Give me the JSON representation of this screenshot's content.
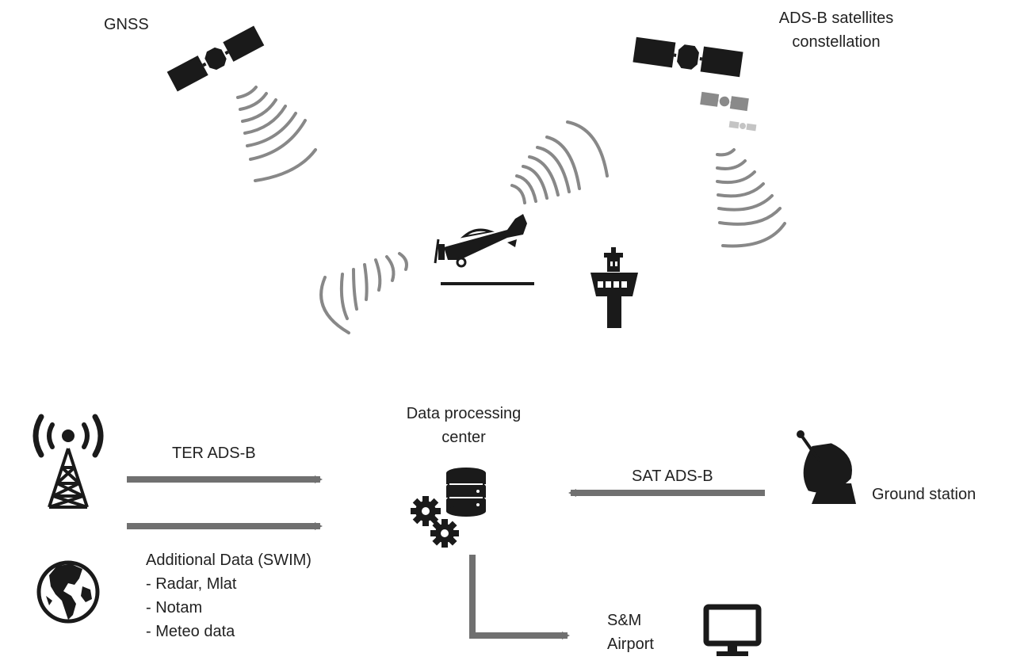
{
  "labels": {
    "gnss": "GNSS",
    "adsb_sat_line1": "ADS-B satellites",
    "adsb_sat_line2": "constellation",
    "dpc_line1": "Data processing",
    "dpc_line2": "center",
    "ter_adsb": "TER ADS-B",
    "sat_adsb": "SAT ADS-B",
    "ground_station": "Ground station",
    "additional_data": "Additional Data (SWIM)",
    "radar": "- Radar, Mlat",
    "notam": "- Notam",
    "meteo": "- Meteo data",
    "sm_line1": "S&M",
    "sm_line2": "Airport"
  },
  "colors": {
    "icon": "#1a1a1a",
    "wave": "#888888",
    "arrow": "#707070",
    "sat_mid": "#8a8a8a",
    "sat_light": "#c4c4c4"
  },
  "icons": {
    "gnss": "satellite-icon",
    "adsb_constellation": "satellite-constellation-icon",
    "aircraft": "airplane-icon",
    "tower": "control-tower-icon",
    "antenna": "radio-tower-icon",
    "globe": "globe-icon",
    "database": "database-gears-icon",
    "dish": "satellite-dish-icon",
    "monitor": "monitor-icon"
  }
}
